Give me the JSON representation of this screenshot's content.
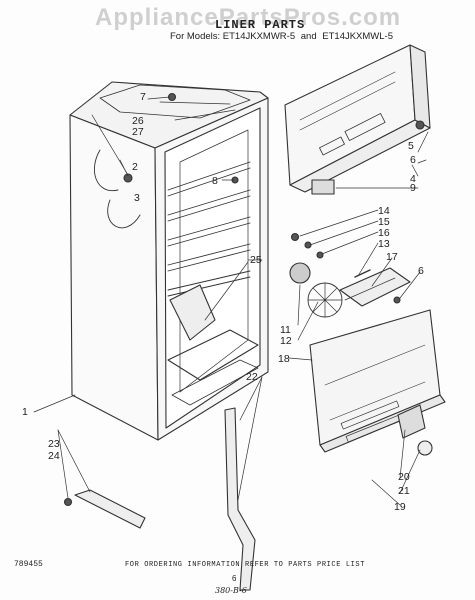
{
  "watermark": "AppliancePartsPros.com",
  "title": "LINER PARTS",
  "models": {
    "prefix": "For Models:",
    "model_a": "ET14JKXMWR-5",
    "joiner": "and",
    "model_b": "ET14JKXMWL-5"
  },
  "callouts": {
    "c1": "1",
    "c2": "2",
    "c3": "3",
    "c4": "4",
    "c5": "5",
    "c6a": "6",
    "c6b": "6",
    "c7": "7",
    "c8": "8",
    "c9": "9",
    "c11": "11",
    "c12": "12",
    "c13": "13",
    "c14": "14",
    "c15": "15",
    "c16": "16",
    "c17": "17",
    "c18": "18",
    "c19": "19",
    "c20": "20",
    "c21": "21",
    "c22": "22",
    "c23": "23",
    "c24": "24",
    "c25": "25",
    "c26": "26",
    "c27": "27"
  },
  "footer": {
    "note": "FOR ORDERING INFORMATION REFER TO PARTS PRICE LIST",
    "ref_number": "789455",
    "page_number": "6",
    "handwritten": "380-B-6"
  }
}
